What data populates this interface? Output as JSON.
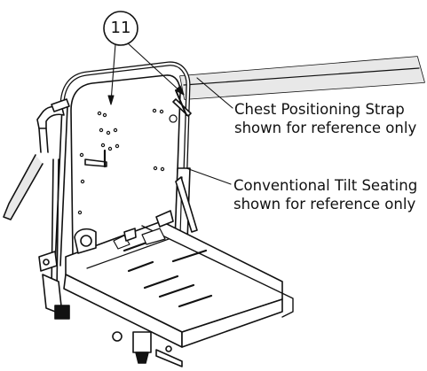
{
  "balloon": {
    "label": "11"
  },
  "callouts": {
    "chest_strap": {
      "line1": "Chest Positioning Strap",
      "line2": "shown for reference only"
    },
    "tilt_seating": {
      "line1": "Conventional Tilt Seating",
      "line2": "shown for reference only"
    }
  },
  "colors": {
    "line": "#111111",
    "background": "#ffffff"
  }
}
